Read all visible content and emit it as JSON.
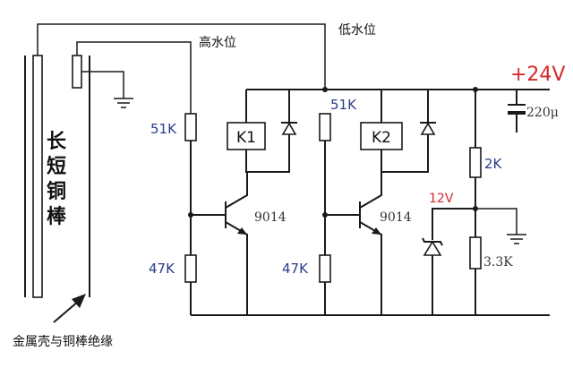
{
  "labels": {
    "high_water": "高水位",
    "low_water": "低水位",
    "rods_line1": "长",
    "rods_line2": "短",
    "rods_line3": "铜",
    "rods_line4": "棒",
    "insulation_note": "金属壳与铜棒绝缘",
    "supply": "+24V",
    "cap_value": "220μ",
    "r1_top": "51K",
    "r1_bottom": "47K",
    "r2_top": "51K",
    "r2_bottom": "47K",
    "relay1": "K1",
    "relay2": "K2",
    "transistor1": "9014",
    "transistor2": "9014",
    "zener": "12V",
    "r_right_top": "2K",
    "r_right_bottom": "3.3K"
  },
  "colors": {
    "wire": "#1a1a1a",
    "blue_label": "#2a3c8c",
    "red_label": "#d42a2a"
  }
}
